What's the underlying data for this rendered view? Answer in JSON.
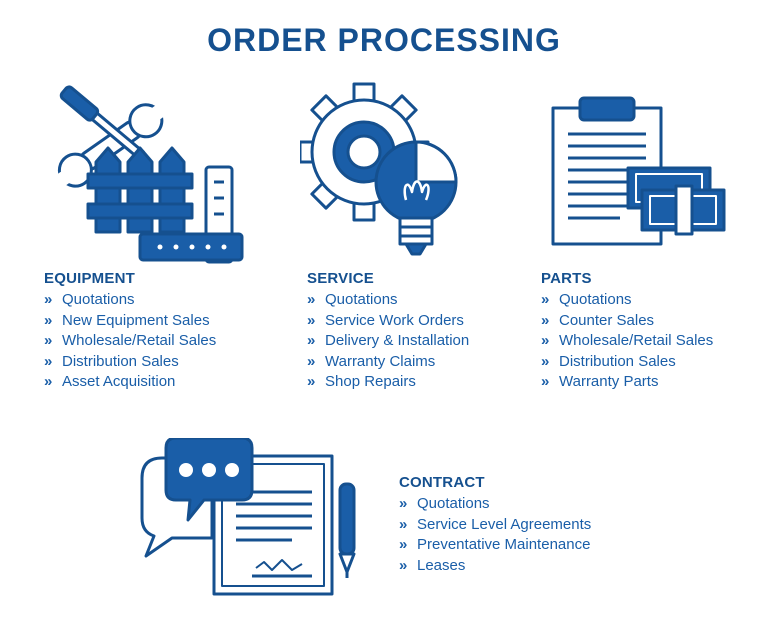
{
  "title": "ORDER PROCESSING",
  "colors": {
    "primary": "#1a5ea8",
    "dark": "#15508f",
    "outline": "#15508f"
  },
  "bullet": "»",
  "sections": {
    "equipment": {
      "icon": "wrench-and-fence-icon",
      "heading": "EQUIPMENT",
      "items": [
        "Quotations",
        "New Equipment Sales",
        "Wholesale/Retail Sales",
        "Distribution Sales",
        "Asset Acquisition"
      ]
    },
    "service": {
      "icon": "gear-and-lightbulb-icon",
      "heading": "SERVICE",
      "items": [
        "Quotations",
        "Service Work Orders",
        "Delivery & Installation",
        "Warranty Claims",
        "Shop Repairs"
      ]
    },
    "parts": {
      "icon": "clipboard-and-cash-icon",
      "heading": "PARTS",
      "items": [
        "Quotations",
        "Counter Sales",
        "Wholesale/Retail Sales",
        "Distribution Sales",
        "Warranty Parts"
      ]
    },
    "contract": {
      "icon": "chat-document-pen-icon",
      "heading": "CONTRACT",
      "items": [
        "Quotations",
        "Service Level Agreements",
        "Preventative Maintenance",
        "Leases"
      ]
    }
  }
}
